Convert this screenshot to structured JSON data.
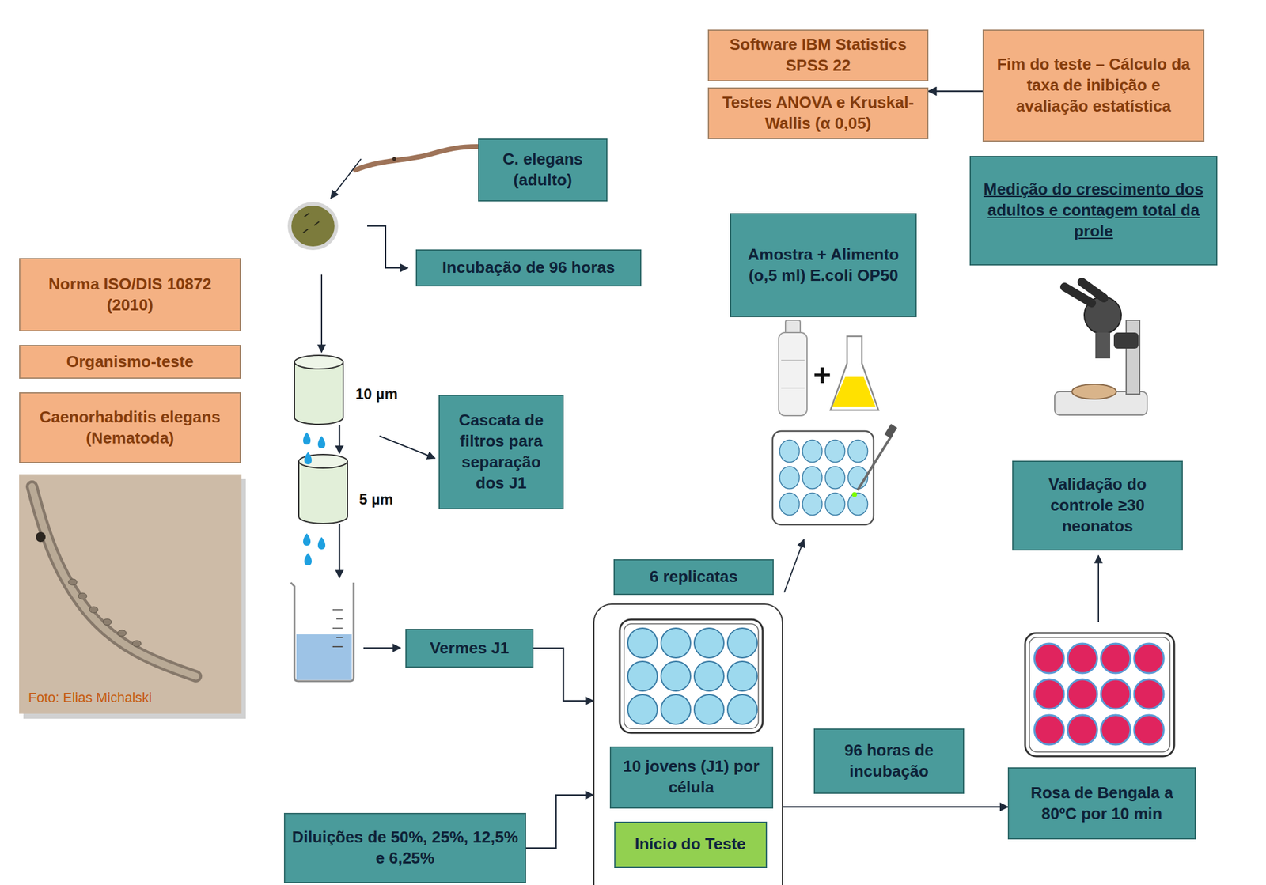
{
  "diagram": {
    "nodes": [
      {
        "text": [
          "Software IBM Statistics SPSS 22"
        ]
      },
      {
        "text": [
          "Fim do teste – Cálculo da taxa de inibição e avaliação estatística"
        ]
      },
      {
        "text": [
          "Testes ANOVA e Kruskal-Wallis (α 0,05)"
        ]
      },
      {
        "text": [
          "C. elegans (adulto)"
        ]
      },
      {
        "text": [
          "Medição do crescimento dos adultos e contagem total da prole"
        ]
      },
      {
        "text": [
          "Incubação de 96 horas"
        ]
      },
      {
        "text": [
          "Amostra + Alimento (o,5 ml) E.coli OP50"
        ]
      },
      {
        "text": [
          "Norma ISO/DIS 10872 (2010)"
        ]
      },
      {
        "text": [
          "Organismo-teste"
        ]
      },
      {
        "text": [
          "Caenorhabditis elegans (Nematoda)"
        ]
      },
      {
        "text": [
          "Cascata de filtros para separação dos J1"
        ]
      },
      {
        "text": [
          "Validação do controle ≥30 neonatos"
        ]
      },
      {
        "text": [
          "6 replicatas"
        ]
      },
      {
        "text": [
          "Vermes J1"
        ]
      },
      {
        "text": [
          "96 horas de incubação"
        ]
      },
      {
        "text": [
          "10 jovens (J1) por célula"
        ],
        "in": 12
      },
      {
        "text": [
          "Rosa de Bengala a 80ºC por 10 min"
        ]
      },
      {
        "text": [
          "Diluições de 50%, 25%, 12,5% e 6,25%"
        ]
      },
      {
        "text": [
          "Início do Teste"
        ],
        "in": 12
      }
    ],
    "edges": [
      {
        "from": 1,
        "to": 2,
        "arrow": "to"
      },
      {
        "from": 13,
        "to": 12,
        "arrow": "to"
      },
      {
        "from": 17,
        "to": 12,
        "arrow": "to"
      },
      {
        "from": 12,
        "to": 16,
        "arrow": "to"
      }
    ],
    "labels": [
      "10 µm",
      "5 µm",
      "Foto: Elias Michalski",
      "+"
    ]
  }
}
